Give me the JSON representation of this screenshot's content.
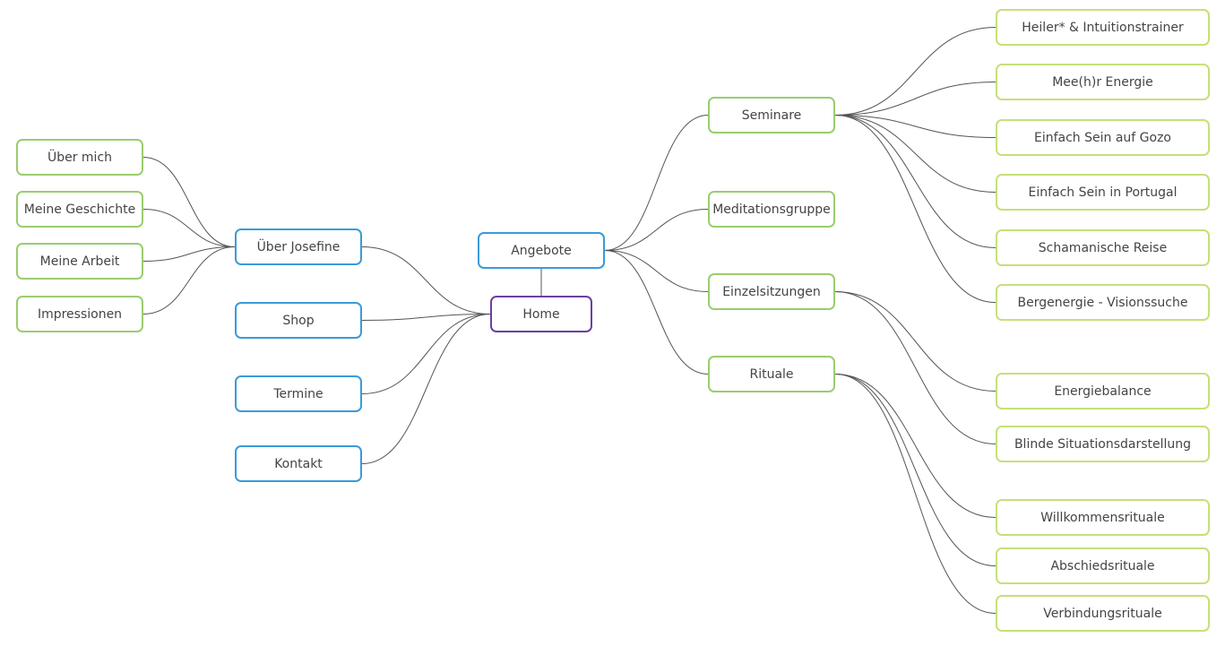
{
  "root": {
    "label": "Home"
  },
  "main": {
    "angebote": "Angebote",
    "ueber_josefine": "Über Josefine",
    "shop": "Shop",
    "termine": "Termine",
    "kontakt": "Kontakt"
  },
  "ueber": {
    "ueber_mich": "Über mich",
    "geschichte": "Meine Geschichte",
    "arbeit": "Meine Arbeit",
    "impressionen": "Impressionen"
  },
  "angebote": {
    "seminare": "Seminare",
    "meditationsgruppe": "Meditationsgruppe",
    "einzelsitzungen": "Einzelsitzungen",
    "rituale": "Rituale"
  },
  "seminare": {
    "heiler": "Heiler* & Intuitionstrainer",
    "meer": "Mee(h)r Energie",
    "gozo": "Einfach Sein auf Gozo",
    "portugal": "Einfach Sein in Portugal",
    "schamanisch": "Schamanische Reise",
    "berg": "Bergenergie - Visionssuche"
  },
  "einzelsitzungen": {
    "energiebalance": "Energiebalance",
    "blinde": "Blinde Situationsdarstellung"
  },
  "rituale": {
    "willkommen": "Willkommensrituale",
    "abschied": "Abschiedsrituale",
    "verbindung": "Verbindungsrituale"
  },
  "colors": {
    "root_border": "#6B3FA0",
    "main_border": "#3A9BD9",
    "sub_border": "#9ACD6E",
    "leaf_border": "#C5E07A",
    "connector": "#555555",
    "text": "#444444"
  }
}
